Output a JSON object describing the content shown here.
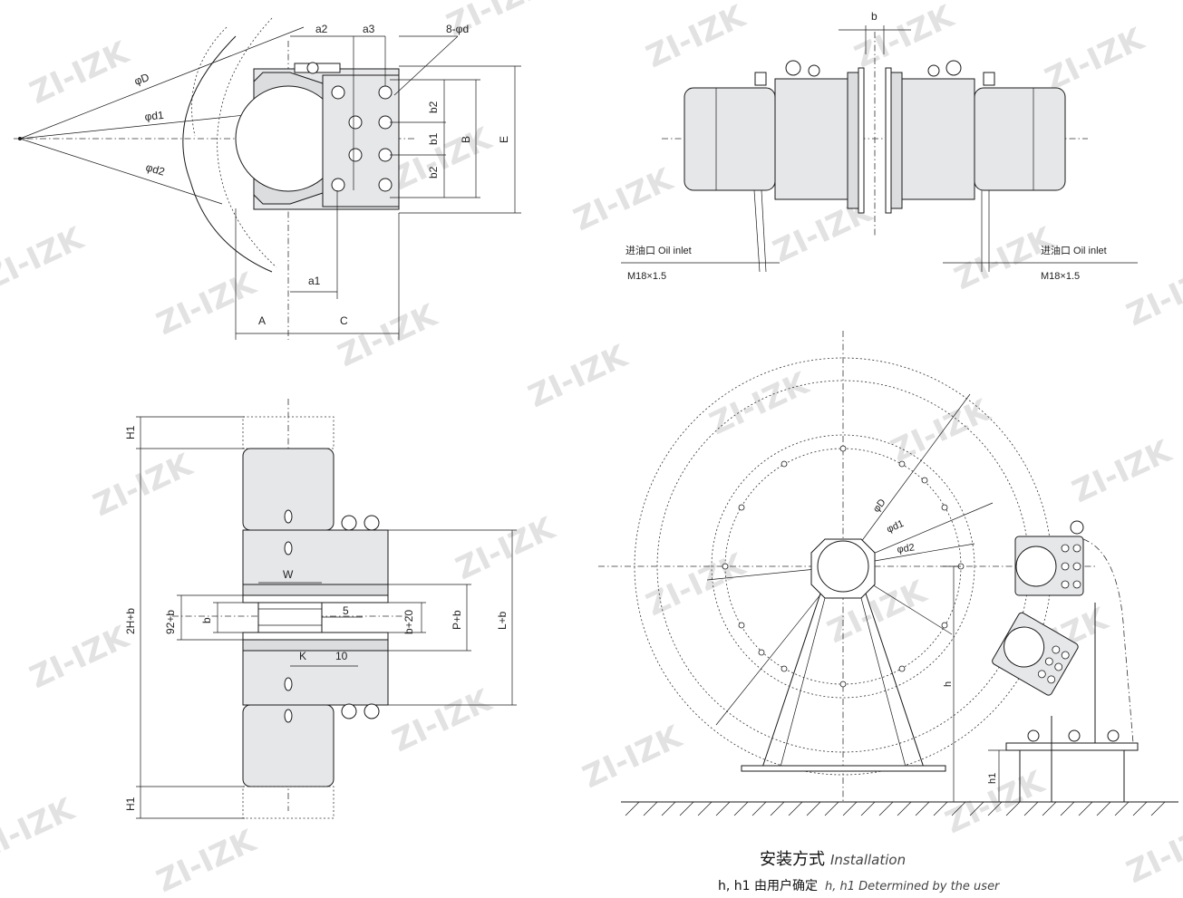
{
  "watermark": "ZI-IZK",
  "top_left_view": {
    "labels": {
      "phiD": "φD",
      "phid1": "φd1",
      "phid2": "φd2",
      "a2": "a2",
      "a3": "a3",
      "holes": "8-φd",
      "b2_top": "b2",
      "b1": "b1",
      "b2_bottom": "b2",
      "B": "B",
      "E": "E",
      "a1": "a1",
      "A": "A",
      "C": "C"
    }
  },
  "top_right_view": {
    "labels": {
      "b": "b",
      "oil_inlet_left": "进油口 Oil inlet",
      "thread_left": "M18×1.5",
      "oil_inlet_right": "进油口 Oil inlet",
      "thread_right": "M18×1.5"
    }
  },
  "side_view": {
    "labels": {
      "H1_top": "H1",
      "twoHb": "2H+b",
      "H1_bottom": "H1",
      "W": "W",
      "g92b": "92+b",
      "b": "b",
      "five": "5",
      "b20": "b+20",
      "Pb": "P+b",
      "Lb": "L+b",
      "K": "K",
      "ten": "10"
    }
  },
  "installation_view": {
    "labels": {
      "phiD": "φD",
      "phid1": "φd1",
      "phid2": "φd2",
      "h": "h",
      "h1": "h1"
    }
  },
  "caption": {
    "title_cn": "安装方式",
    "title_en": "Installation",
    "sub_cn": "h, h1 由用户确定",
    "sub_en": "h, h1 Determined by the user"
  }
}
